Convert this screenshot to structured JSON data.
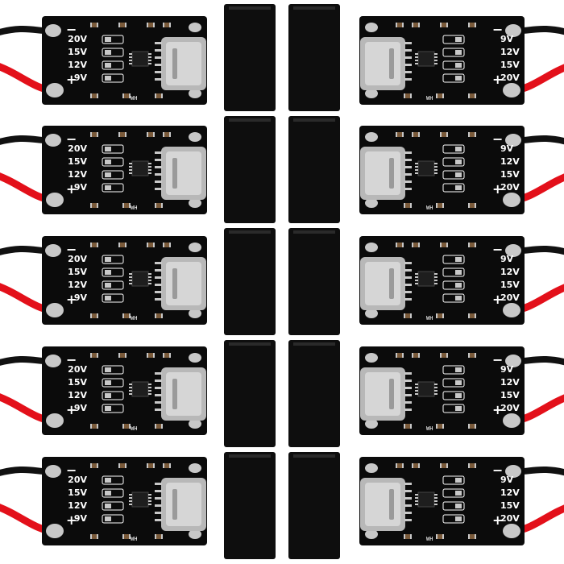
{
  "scene": {
    "background": "#ffffff",
    "pcb_color": "#0b0b0b",
    "wire_red": "#e3101a",
    "wire_black": "#111111",
    "solder_color": "#c8c8c8",
    "usb_color": "#b8b8b8",
    "sleeve_color": "#0e0e0e"
  },
  "left_boards": [
    {
      "labels": [
        "20V",
        "15V",
        "12V",
        "9V"
      ],
      "plus": "+",
      "minus": "−",
      "silk": "WH"
    },
    {
      "labels": [
        "20V",
        "15V",
        "12V",
        "9V"
      ],
      "plus": "+",
      "minus": "−",
      "silk": "WH"
    },
    {
      "labels": [
        "20V",
        "15V",
        "12V",
        "9V"
      ],
      "plus": "+",
      "minus": "−",
      "silk": "WH"
    },
    {
      "labels": [
        "20V",
        "15V",
        "12V",
        "9V"
      ],
      "plus": "+",
      "minus": "−",
      "silk": "WH"
    },
    {
      "labels": [
        "20V",
        "15V",
        "12V",
        "9V"
      ],
      "plus": "+",
      "minus": "−",
      "silk": "WH"
    }
  ],
  "right_boards": [
    {
      "labels": [
        "9V",
        "12V",
        "15V",
        "20V"
      ],
      "plus": "+",
      "minus": "−",
      "silk": "WH"
    },
    {
      "labels": [
        "9V",
        "12V",
        "15V",
        "20V"
      ],
      "plus": "+",
      "minus": "−",
      "silk": "WH"
    },
    {
      "labels": [
        "9V",
        "12V",
        "15V",
        "20V"
      ],
      "plus": "+",
      "minus": "−",
      "silk": "WH"
    },
    {
      "labels": [
        "9V",
        "12V",
        "15V",
        "20V"
      ],
      "plus": "+",
      "minus": "−",
      "silk": "WH"
    },
    {
      "labels": [
        "9V",
        "12V",
        "15V",
        "20V"
      ],
      "plus": "+",
      "minus": "−",
      "silk": "WH"
    }
  ],
  "sleeves": {
    "columns": 2,
    "rows": 5
  }
}
